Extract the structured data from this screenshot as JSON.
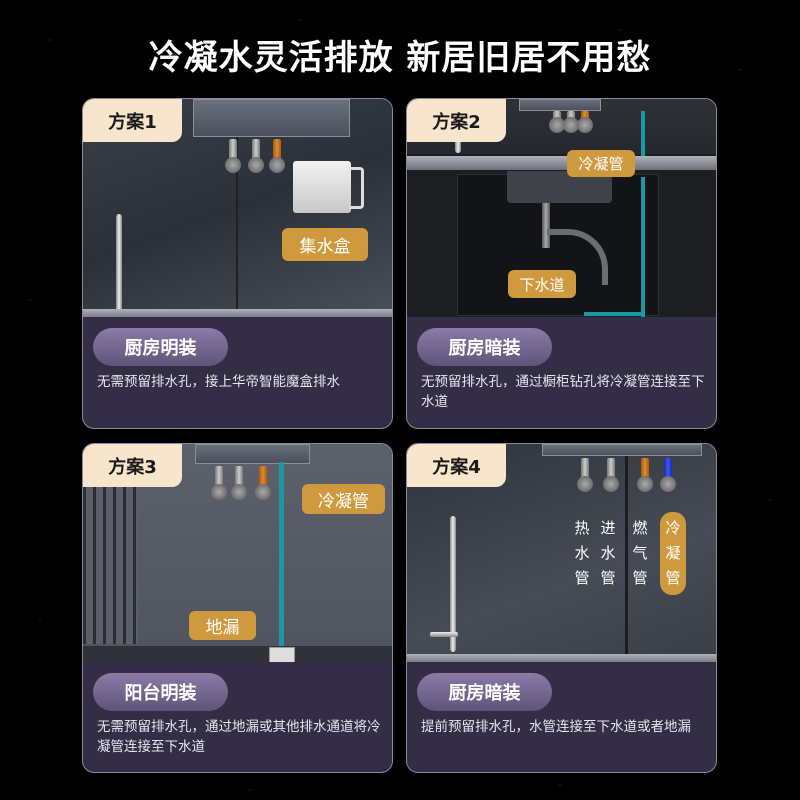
{
  "title": "冷凝水灵活排放 新居旧居不用愁",
  "colors": {
    "background": "#000000",
    "card_bg": "#332e45",
    "tag_bg": "#f7e6cc",
    "label_bg": "#cf9a3e",
    "pill_gradient_top": "#8a7ba8",
    "pill_gradient_bottom": "#5e5478",
    "condensate_pipe": "#1b97a6"
  },
  "schemes": [
    {
      "tag": "方案1",
      "labels": [
        "集水盒"
      ],
      "pill": "厨房明装",
      "description": "无需预留排水孔，接上华帝智能魔盒排水"
    },
    {
      "tag": "方案2",
      "labels": [
        "冷凝管",
        "下水道"
      ],
      "pill": "厨房暗装",
      "description": "无预留排水孔，通过橱柜钻孔将冷凝管连接至下水道"
    },
    {
      "tag": "方案3",
      "labels": [
        "冷凝管",
        "地漏"
      ],
      "pill": "阳台明装",
      "description": "无需预留排水孔，通过地漏或其他排水通道将冷凝管连接至下水道"
    },
    {
      "tag": "方案4",
      "pipe_labels": [
        {
          "text": "热水管",
          "chars": [
            "热",
            "水",
            "管"
          ]
        },
        {
          "text": "进水管",
          "chars": [
            "进",
            "水",
            "管"
          ]
        },
        {
          "text": "燃气管",
          "chars": [
            "燃",
            "气",
            "管"
          ]
        },
        {
          "text": "冷凝管",
          "chars": [
            "冷",
            "凝",
            "管"
          ],
          "highlight": true
        }
      ],
      "pill": "厨房暗装",
      "description": "提前预留排水孔，水管连接至下水道或者地漏"
    }
  ]
}
